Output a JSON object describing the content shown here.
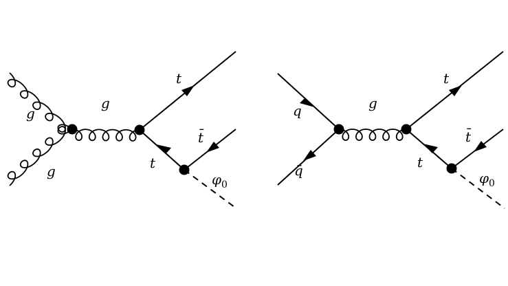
{
  "diagrams": [
    {
      "id": "gg-fusion",
      "labels": {
        "gluon_in_top": "g",
        "gluon_in_bottom": "g",
        "gluon_prop": "g",
        "top_out": "t",
        "antitop_out": "t̄",
        "top_internal": "t",
        "scalar": "φ",
        "scalar_sub": "0"
      }
    },
    {
      "id": "qqbar-annihilation",
      "labels": {
        "quark_in": "q",
        "antiquark_in": "q̄",
        "gluon_prop": "g",
        "top_out": "t",
        "antitop_out": "t̄",
        "top_internal": "t",
        "scalar": "φ",
        "scalar_sub": "0"
      }
    }
  ]
}
